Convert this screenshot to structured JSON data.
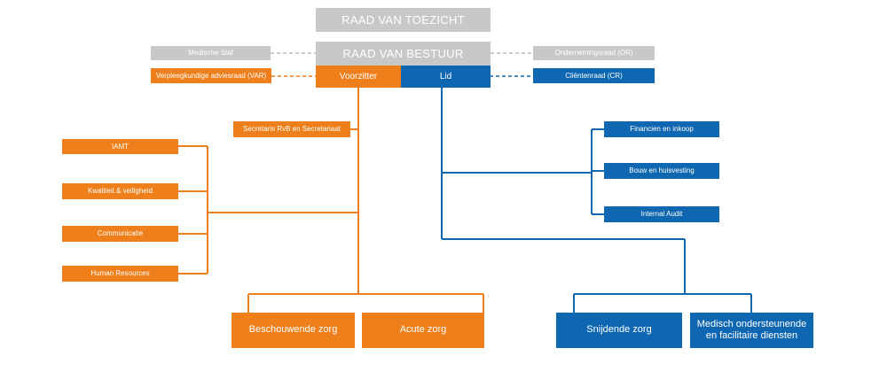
{
  "colors": {
    "orange": "#ee7f1a",
    "blue": "#0f67b1",
    "grey": "#c8c8c8",
    "dashed_grey": "#b8b8b8"
  },
  "top": {
    "toezicht": "RAAD VAN TOEZICHT",
    "bestuur": "RAAD VAN BESTUUR",
    "voorzitter": "Voorzitter",
    "lid": "Lid"
  },
  "left_side": {
    "medische_staf": "Medische Staf",
    "var": "Verpleegkundige adviesraad (VAR)"
  },
  "right_side": {
    "or": "Ondernemingsraad (OR)",
    "cr": "Cliëntenraad (CR)"
  },
  "secretariaat": "Secretaris RvB en Secretariaat",
  "staff_left": [
    "IAMT",
    "Kwaliteit & veiligheid",
    "Communicatie",
    "Human Resources"
  ],
  "staff_right": [
    "Financien en inkoop",
    "Bouw en huisvesting",
    "Internal Audit"
  ],
  "divisions": {
    "beschouwende": "Beschouwende zorg",
    "acute": "Acute zorg",
    "snijdende": "Snijdende zorg",
    "medisch_line1": "Medisch ondersteunende",
    "medisch_line2": "en facilitaire diensten"
  }
}
